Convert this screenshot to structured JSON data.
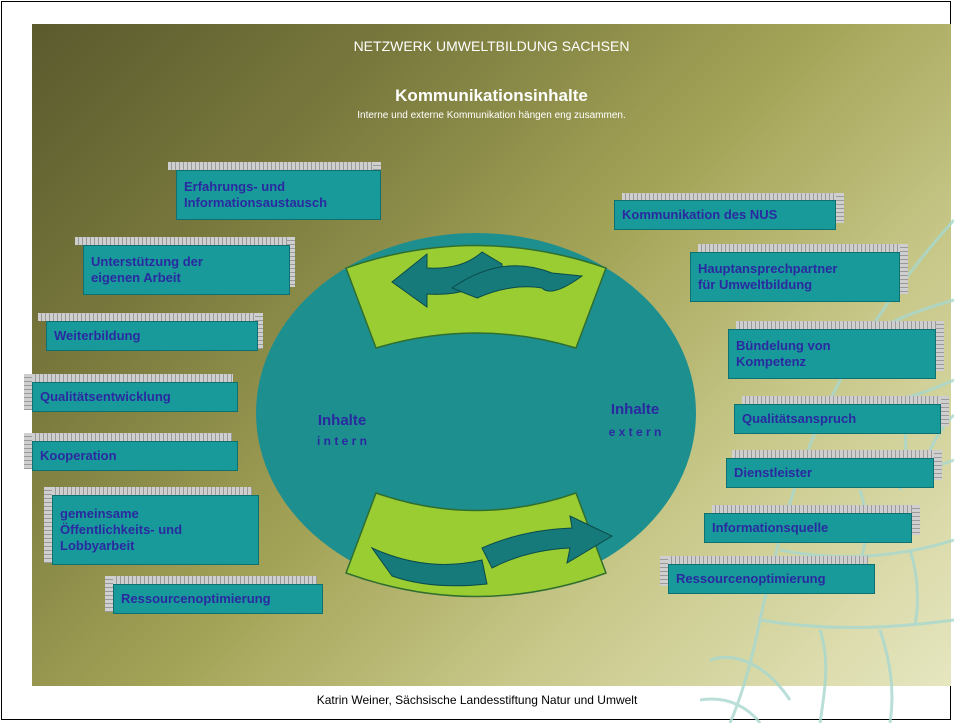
{
  "header": {
    "org_title": "NETZWERK UMWELTBILDUNG SACHSEN",
    "main_title": "Kommunikationsinhalte",
    "subtitle": "Interne  und externe Kommunikation hängen eng zusammen."
  },
  "circle": {
    "left_label_line1": "Inhalte",
    "left_label_line2": "i n t e r n",
    "right_label_line1": "Inhalte",
    "right_label_line2": "e x t e r n"
  },
  "intern_boxes": [
    {
      "line1": "Erfahrungs- und",
      "line2": "Informationsaustausch"
    },
    {
      "line1": "Unterstützung der",
      "line2": "eigenen Arbeit"
    },
    {
      "line1": "Weiterbildung"
    },
    {
      "line1": "Qualitätsentwicklung"
    },
    {
      "line1": "Kooperation"
    },
    {
      "line1": "gemeinsame",
      "line2": "Öffentlichkeits- und",
      "line3": "Lobbyarbeit"
    },
    {
      "line1": "Ressourcenoptimierung"
    }
  ],
  "extern_boxes": [
    {
      "line1": "Kommunikation des NUS"
    },
    {
      "line1": "Hauptansprechpartner",
      "line2": "für Umweltbildung"
    },
    {
      "line1": "Bündelung von",
      "line2": "Kompetenz"
    },
    {
      "line1": "Qualitätsanspruch"
    },
    {
      "line1": "Dienstleister"
    },
    {
      "line1": "Informationsquelle"
    },
    {
      "line1": "Ressourcenoptimierung"
    }
  ],
  "footer": {
    "credit": "Katrin Weiner, Sächsische Landesstiftung Natur und Umwelt"
  },
  "colors": {
    "box_fill": "#199a9a",
    "box_text": "#2a2aa0",
    "circle_fill": "#1e8f8f",
    "arrow_green": "#9acd32",
    "arrow_teal": "#177a7a"
  }
}
